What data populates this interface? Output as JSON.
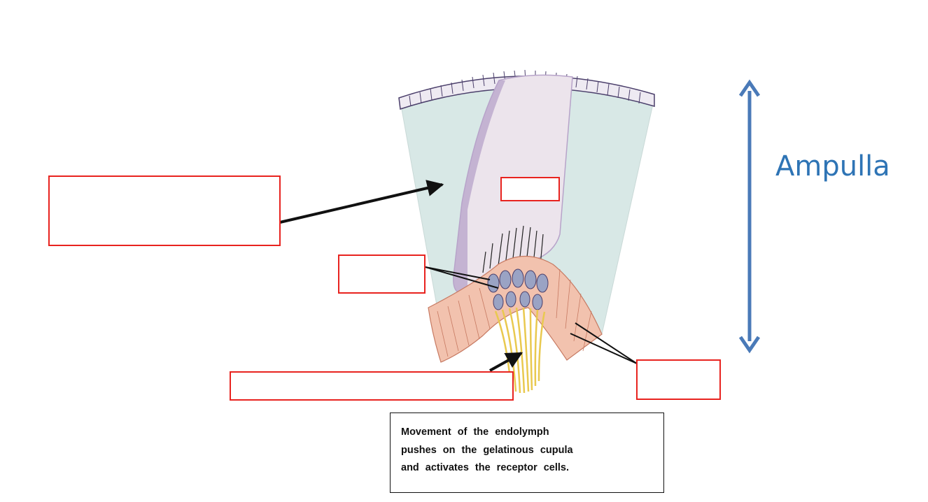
{
  "ampulla_label": "Ampulla",
  "caption": {
    "line1": "Movement of the endolymph",
    "line2": "pushes on the gelatinous cupula",
    "line3": "and activates the receptor cells."
  },
  "colors": {
    "label_box_border": "#e8231f",
    "ampulla_arrow": "#4a7ab8",
    "ampulla_text": "#2e74b5",
    "endolymph_fill": "#d8e8e6",
    "cupula_fill": "#ece4ec",
    "cupula_edge": "#b7a3c9",
    "epithelium_fill": "#f2c2ae",
    "nerve_fiber": "#e9c94f",
    "pointer_line": "#111111"
  },
  "icons": {
    "ampulla_arrow": "double-headed-vertical-arrow-icon"
  }
}
